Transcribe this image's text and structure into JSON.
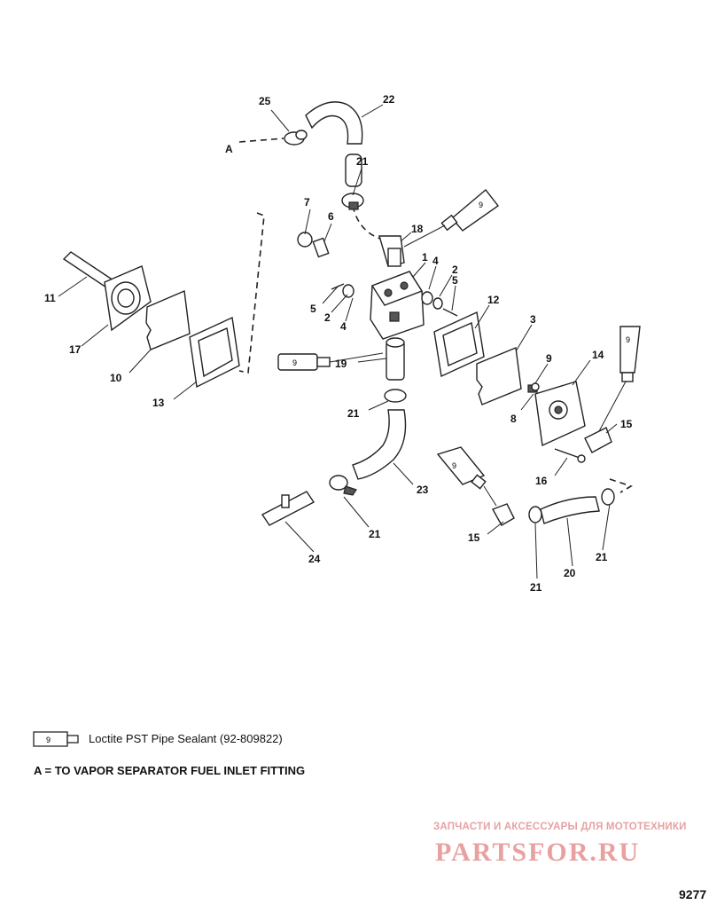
{
  "callouts": {
    "c1": "1",
    "c2a": "2",
    "c2b": "2",
    "c3": "3",
    "c4a": "4",
    "c4b": "4",
    "c5a": "5",
    "c5b": "5",
    "c6": "6",
    "c7": "7",
    "c8": "8",
    "c9": "9",
    "c10": "10",
    "c11": "11",
    "c12": "12",
    "c13": "13",
    "c14": "14",
    "c15a": "15",
    "c15b": "15",
    "c16": "16",
    "c17": "17",
    "c18": "18",
    "c19": "19",
    "c20": "20",
    "c21a": "21",
    "c21b": "21",
    "c21c": "21",
    "c21d": "21",
    "c21e": "21",
    "c22": "22",
    "c23": "23",
    "c24": "24",
    "c25": "25",
    "cA": "A"
  },
  "tube_label": "9",
  "legend": {
    "sealant": "Loctite PST Pipe Sealant (92-809822)",
    "note_a": "A = TO VAPOR SEPARATOR FUEL INLET FITTING"
  },
  "watermark": {
    "tagline": "ЗАПЧАСТИ И АКСЕССУАРЫ ДЛЯ МОТОТЕХНИКИ",
    "logo": "PARTSFOR.RU"
  },
  "figure_number": "9277",
  "colors": {
    "ink": "#111111",
    "watermark": "#e8a1a1"
  }
}
